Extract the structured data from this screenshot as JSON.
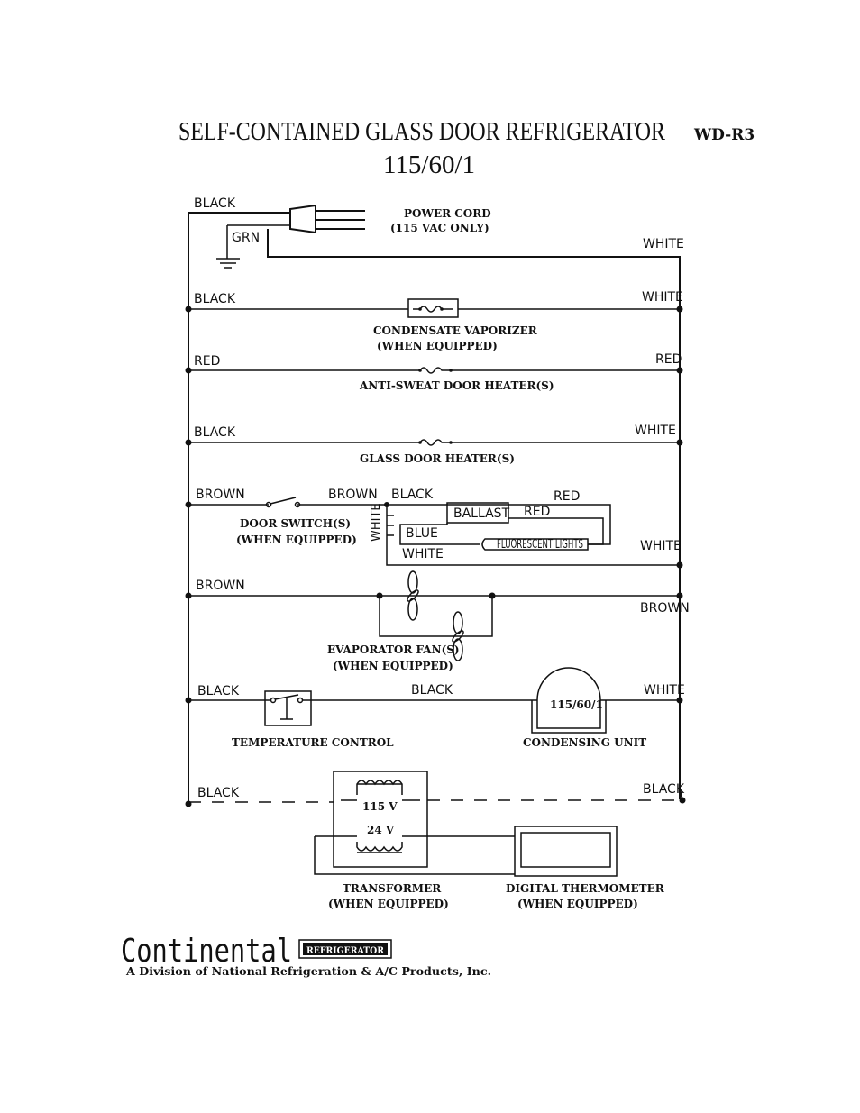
{
  "header": {
    "title": "SELF-CONTAINED GLASS DOOR REFRIGERATOR",
    "model": "WD-R3",
    "voltage": "115/60/1"
  },
  "wires": {
    "black": "BLACK",
    "white": "WHITE",
    "red": "RED",
    "brown": "BROWN",
    "grn": "GRN",
    "blue": "BLUE"
  },
  "components": {
    "power_cord": "POWER CORD",
    "power_cord_note": "(115 VAC ONLY)",
    "condensate_vaporizer": "CONDENSATE VAPORIZER",
    "when_equipped": "(WHEN EQUIPPED)",
    "anti_sweat": "ANTI-SWEAT DOOR HEATER(S)",
    "glass_door_heater": "GLASS DOOR HEATER(S)",
    "door_switch": "DOOR SWITCH(S)",
    "ballast": "BALLAST",
    "fluorescent": "FLUORESCENT LIGHTS",
    "evaporator_fan": "EVAPORATOR FAN(S)",
    "temperature_control": "TEMPERATURE CONTROL",
    "condensing_unit": "CONDENSING UNIT",
    "condensing_rating": "115/60/1",
    "transformer": "TRANSFORMER",
    "transformer_primary": "115 V",
    "transformer_secondary": "24 V",
    "digital_thermometer": "DIGITAL THERMOMETER"
  },
  "footer": {
    "brand": "Continental",
    "badge": "REFRIGERATOR",
    "division": "A Division of National Refrigeration & A/C Products, Inc."
  }
}
